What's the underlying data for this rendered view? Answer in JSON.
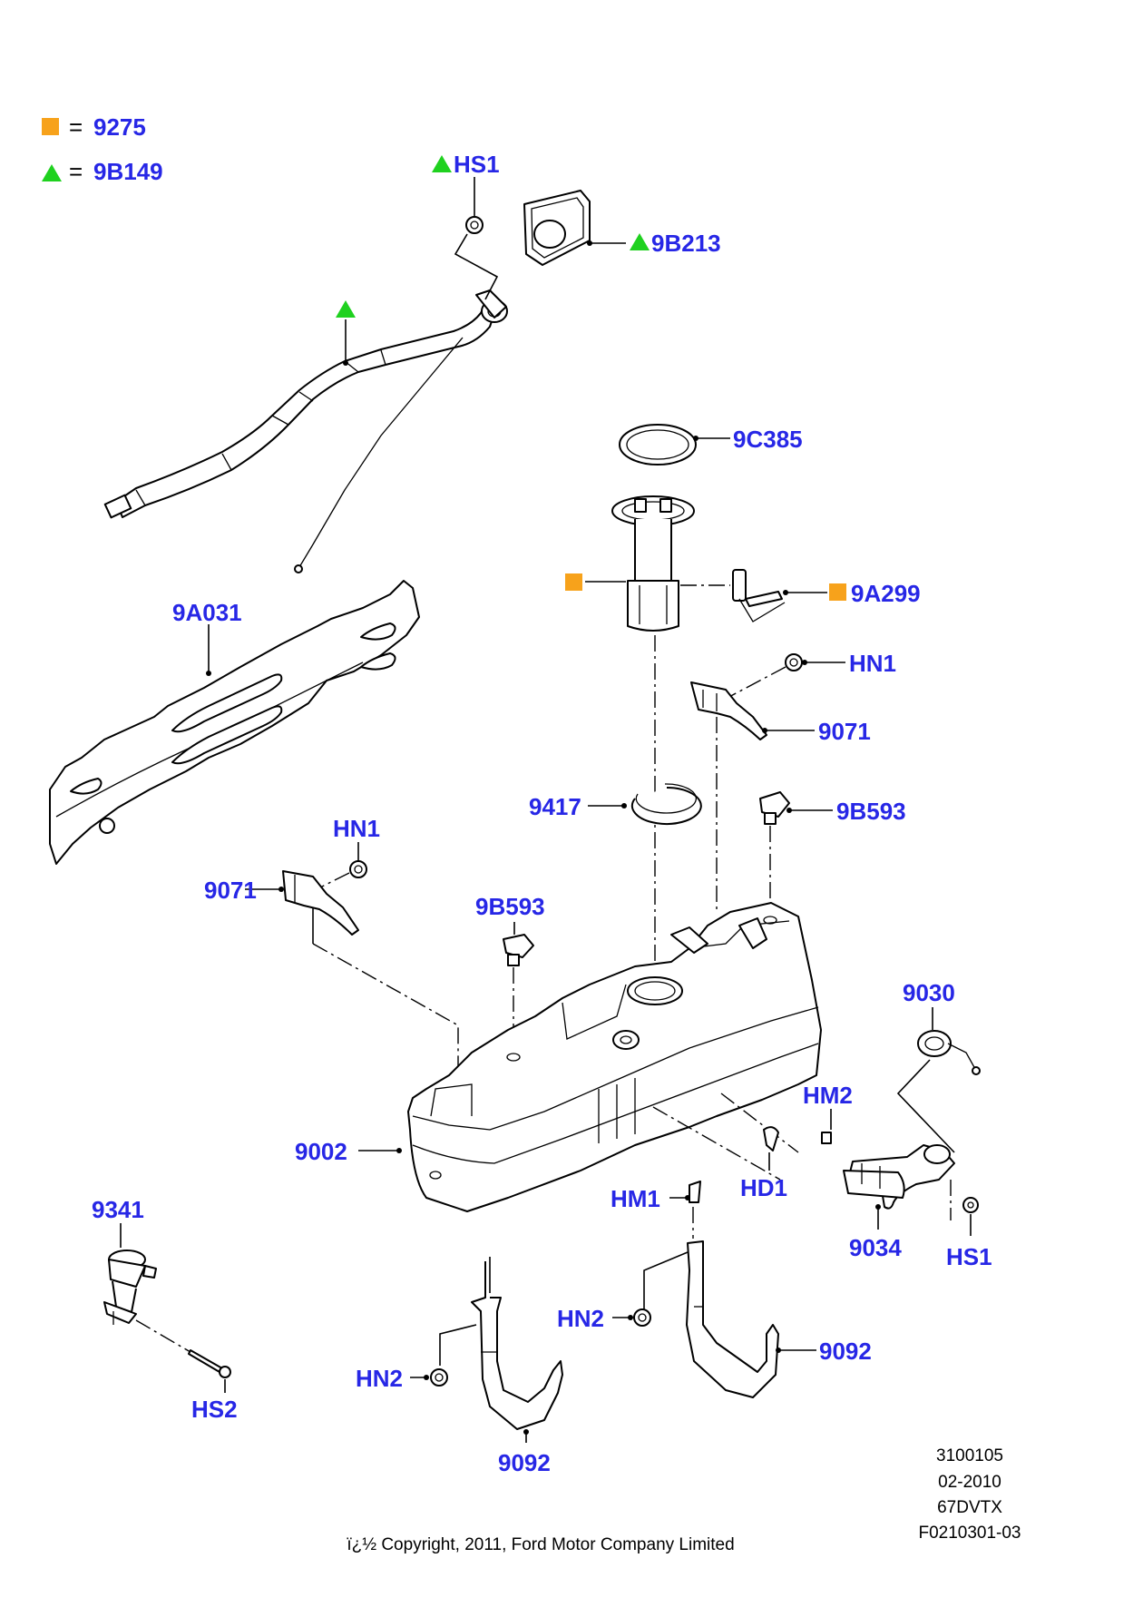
{
  "colors": {
    "label": "#2727e6",
    "square": "#f7a21b",
    "triangle": "#1fd11f"
  },
  "legend": {
    "square_value": "9275",
    "triangle_value": "9B149",
    "equals": "="
  },
  "labels": {
    "hs1_top": "HS1",
    "p9b213": "9B213",
    "p9c385": "9C385",
    "p9a299": "9A299",
    "hn1_right": "HN1",
    "p9071_right": "9071",
    "p9a031": "9A031",
    "hn1_left": "HN1",
    "p9071_left": "9071",
    "p9417": "9417",
    "p9b593_right": "9B593",
    "p9b593_center": "9B593",
    "p9030": "9030",
    "hm2": "HM2",
    "p9002": "9002",
    "hd1": "HD1",
    "hm1": "HM1",
    "p9341": "9341",
    "p9034": "9034",
    "hs1_bottom": "HS1",
    "hn2_mid": "HN2",
    "p9092_right": "9092",
    "hn2_left": "HN2",
    "hs2": "HS2",
    "p9092_bottom": "9092"
  },
  "footer": {
    "code_lines": [
      "3100105",
      "02-2010",
      "67DVTX",
      "F0210301-03"
    ],
    "copyright": "ï¿½ Copyright, 2011, Ford Motor Company Limited"
  }
}
